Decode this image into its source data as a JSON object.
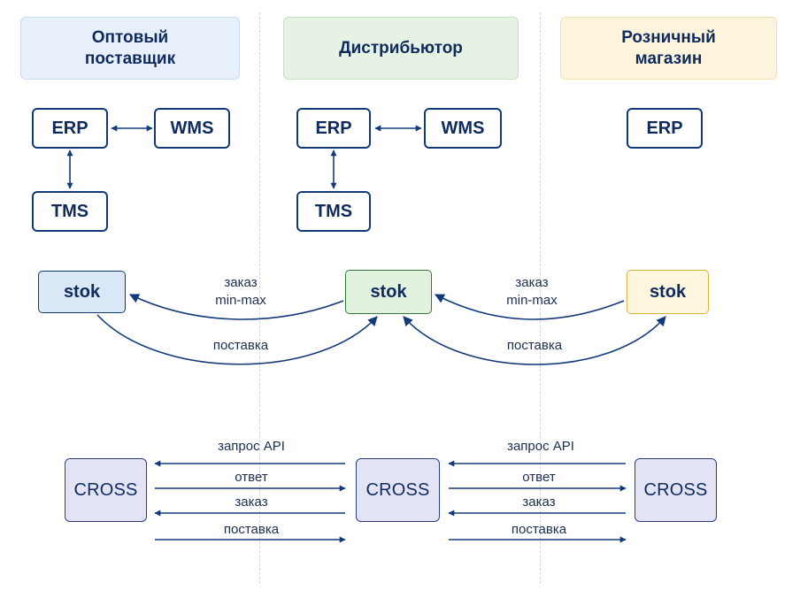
{
  "columns": [
    {
      "title": "Оптовый\nпоставщик"
    },
    {
      "title": "Дистрибьютор"
    },
    {
      "title": "Розничный\nмагазин"
    }
  ],
  "systems": {
    "erp": "ERP",
    "wms": "WMS",
    "tms": "TMS"
  },
  "stok_label": "stok",
  "cross_label": "CROSS",
  "flows": {
    "order_minmax": "заказ\nmin-max",
    "delivery": "поставка"
  },
  "api": {
    "request": "запрос API",
    "response": "ответ",
    "order": "заказ",
    "delivery": "поставка"
  },
  "colors": {
    "navy": "#123a7a",
    "lane_blue": "#e8f1fb",
    "lane_green": "#e6f3e4",
    "lane_yellow": "#fdf4de",
    "cross_fill": "#e3e3f6"
  }
}
